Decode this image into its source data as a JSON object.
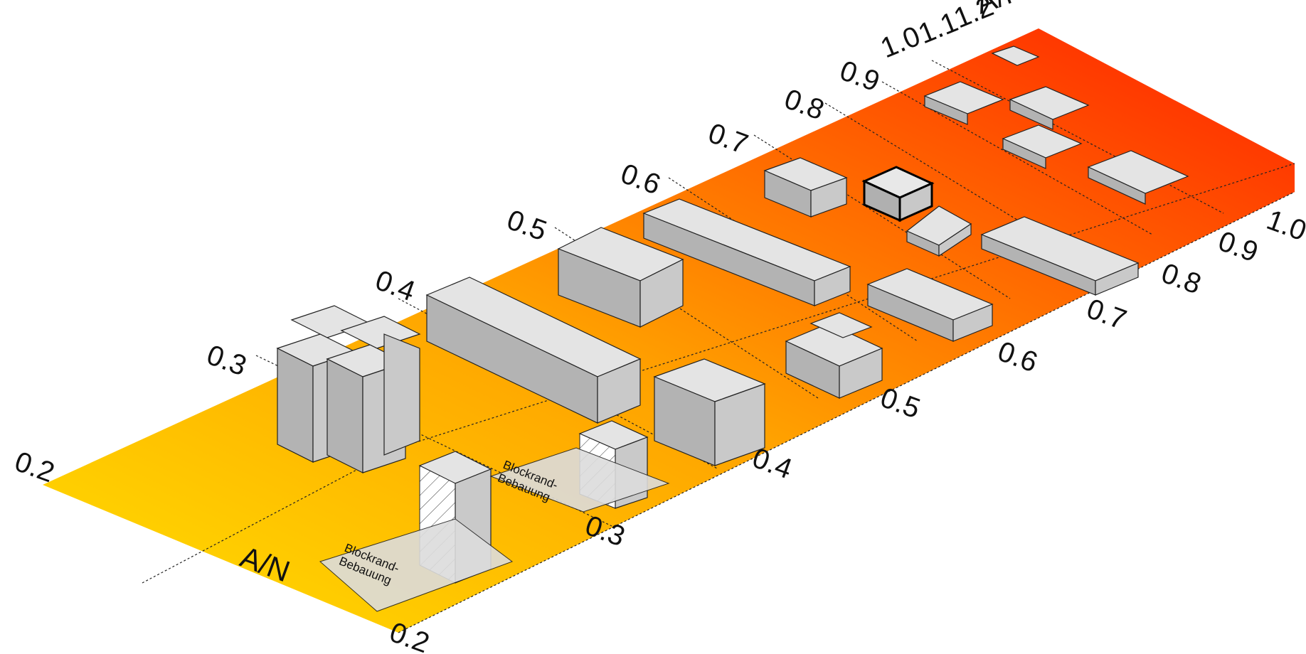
{
  "axes": {
    "left_axis": {
      "title": "A/N",
      "ticks": [
        "0.2",
        "0.3",
        "0.4",
        "0.5",
        "0.6",
        "0.7",
        "0.8",
        "0.9",
        "1.0",
        "1.1",
        "1.2"
      ]
    },
    "front_axis": {
      "ticks": [
        "0.2",
        "0.3",
        "0.4",
        "0.5",
        "0.6",
        "0.7",
        "0.8",
        "0.9",
        "1.0"
      ]
    },
    "back_axis_title": "A/N"
  },
  "labels": {
    "block_a_line1": "Blockrand-",
    "block_a_line2": "Bebauung",
    "block_b_line1": "Blockrand-",
    "block_b_line2": "Bebauung"
  },
  "colors": {
    "gradient_start": "#ffe000",
    "gradient_mid": "#ff9a00",
    "gradient_end": "#ff2000",
    "building": "#d6d6d6"
  }
}
